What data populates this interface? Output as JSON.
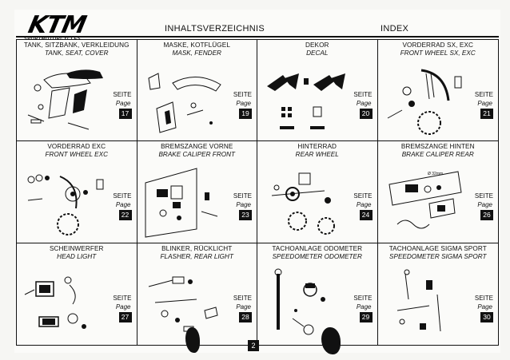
{
  "header": {
    "logo_text": "KTM",
    "logo_subtext": "SPORTMOTORCYCLES",
    "title_de": "INHALTSVERZEICHNIS",
    "title_en": "INDEX"
  },
  "entries": [
    {
      "title_de": "TANK, SITZBANK, VERKLEIDUNG",
      "title_en": "TANK, SEAT, COVER",
      "seite": "SEITE",
      "page_label": "Page",
      "page": "17",
      "icon": "fuel-tank-exploded-icon"
    },
    {
      "title_de": "MASKE, KOTFLÜGEL",
      "title_en": "MASK, FENDER",
      "seite": "SEITE",
      "page_label": "Page",
      "page": "19",
      "icon": "fender-exploded-icon"
    },
    {
      "title_de": "DEKOR",
      "title_en": "DECAL",
      "seite": "SEITE",
      "page_label": "Page",
      "page": "20",
      "icon": "decal-sheet-icon"
    },
    {
      "title_de": "VORDERRAD SX, EXC",
      "title_en": "FRONT WHEEL SX, EXC",
      "seite": "SEITE",
      "page_label": "Page",
      "page": "21",
      "icon": "front-wheel-exploded-icon"
    },
    {
      "title_de": "VORDERRAD EXC",
      "title_en": "FRONT WHEEL EXC",
      "seite": "SEITE",
      "page_label": "Page",
      "page": "22",
      "icon": "front-wheel-exc-exploded-icon"
    },
    {
      "title_de": "BREMSZANGE VORNE",
      "title_en": "BRAKE CALIPER FRONT",
      "seite": "SEITE",
      "page_label": "Page",
      "page": "23",
      "icon": "brake-caliper-front-icon"
    },
    {
      "title_de": "HINTERRAD",
      "title_en": "REAR WHEEL",
      "seite": "SEITE",
      "page_label": "Page",
      "page": "24",
      "icon": "rear-wheel-exploded-icon"
    },
    {
      "title_de": "BREMSZANGE HINTEN",
      "title_en": "BRAKE CALIPER REAR",
      "seite": "SEITE",
      "page_label": "Page",
      "page": "26",
      "icon": "brake-caliper-rear-icon"
    },
    {
      "title_de": "SCHEINWERFER",
      "title_en": "HEAD LIGHT",
      "seite": "SEITE",
      "page_label": "Page",
      "page": "27",
      "icon": "headlight-exploded-icon"
    },
    {
      "title_de": "BLINKER, RÜCKLICHT",
      "title_en": "FLASHER, REAR LIGHT",
      "seite": "SEITE",
      "page_label": "Page",
      "page": "28",
      "icon": "flasher-exploded-icon"
    },
    {
      "title_de": "TACHOANLAGE ODOMETER",
      "title_en": "SPEEDOMETER ODOMETER",
      "seite": "SEITE",
      "page_label": "Page",
      "page": "29",
      "icon": "speedometer-exploded-icon"
    },
    {
      "title_de": "TACHOANLAGE SIGMA SPORT",
      "title_en": "SPEEDOMETER SIGMA SPORT",
      "seite": "SEITE",
      "page_label": "Page",
      "page": "30",
      "icon": "sigma-speedometer-exploded-icon"
    }
  ],
  "annotations": {
    "caliper_rear_size": "Ø 32mm"
  },
  "footer": {
    "page_number": "2"
  }
}
